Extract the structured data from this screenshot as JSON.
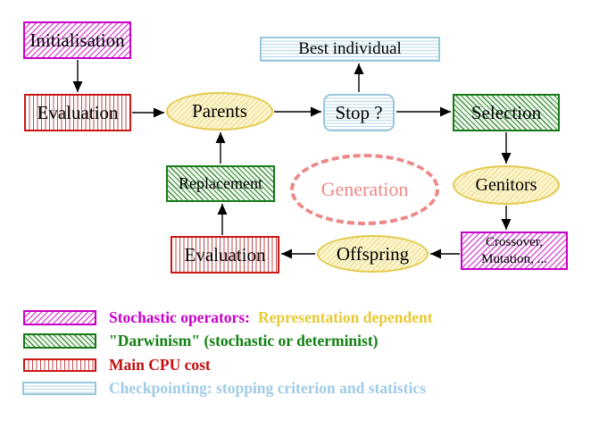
{
  "diagram": {
    "title_hint": "Evolutionary algorithm generation loop",
    "nodes": {
      "initialisation": "Initialisation",
      "evaluation_top": "Evaluation",
      "parents": "Parents",
      "best_individual": "Best individual",
      "stop": "Stop ?",
      "selection": "Selection",
      "replacement": "Replacement",
      "generation": "Generation",
      "genitors": "Genitors",
      "offspring": "Offspring",
      "evaluation_bottom": "Evaluation",
      "crossover_line1": "Crossover,",
      "crossover_line2": "Mutation, ..."
    },
    "edges": [
      "initialisation->evaluation_top",
      "evaluation_top->parents",
      "parents->stop",
      "stop->best_individual",
      "stop->selection",
      "selection->genitors",
      "genitors->crossover",
      "crossover->offspring",
      "offspring->evaluation_bottom",
      "evaluation_bottom->replacement",
      "replacement->parents"
    ]
  },
  "legend": {
    "stochastic_label": "Stochastic operators:",
    "stochastic_label2": "Representation dependent",
    "darwinism_label": "\"Darwinism\" (stochastic or determinist)",
    "cpu_label": "Main CPU cost",
    "checkpoint_label": "Checkpointing: stopping criterion and statistics"
  },
  "colors": {
    "magenta": "#c800c8",
    "green": "#157a15",
    "red": "#c40f0f",
    "cyan": "#9fcbe6",
    "yellow_border": "#e3ca4e",
    "gold_text": "#e9c934",
    "salmon": "#ee8888",
    "arrow": "#000000"
  }
}
